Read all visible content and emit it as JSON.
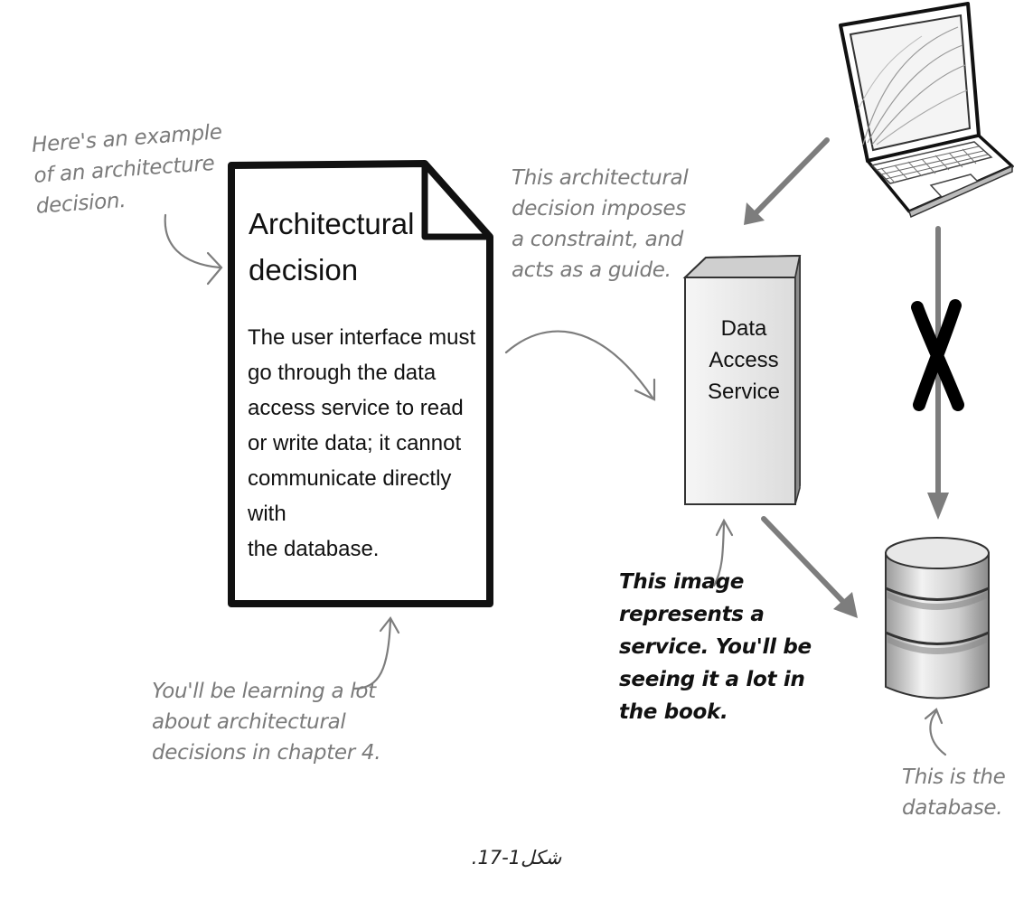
{
  "document": {
    "title_lines": [
      "Architectural",
      "decision"
    ],
    "body_lines": [
      "The user interface must",
      "go through the data",
      "access service to read",
      "or write data; it cannot",
      "communicate directly with",
      "the database."
    ]
  },
  "service": {
    "label_lines": [
      "Data",
      "Access",
      "Service"
    ]
  },
  "annotations": {
    "example": [
      "Here's an example",
      "of an architecture",
      "decision."
    ],
    "constraint": [
      "This architectural",
      "decision imposes",
      "a constraint, and",
      "acts as a guide."
    ],
    "learning": [
      "You'll be learning a lot",
      "about architectural",
      "decisions in chapter 4."
    ],
    "service_note": [
      "This image",
      "represents a",
      "service. You'll be",
      "seeing it a lot in",
      "the book."
    ],
    "database_note": [
      "This is the",
      "database."
    ]
  },
  "caption": "شكل1-17.",
  "icons": [
    "laptop-icon",
    "database-icon",
    "service-box-icon",
    "document-icon",
    "cross-mark-icon"
  ]
}
